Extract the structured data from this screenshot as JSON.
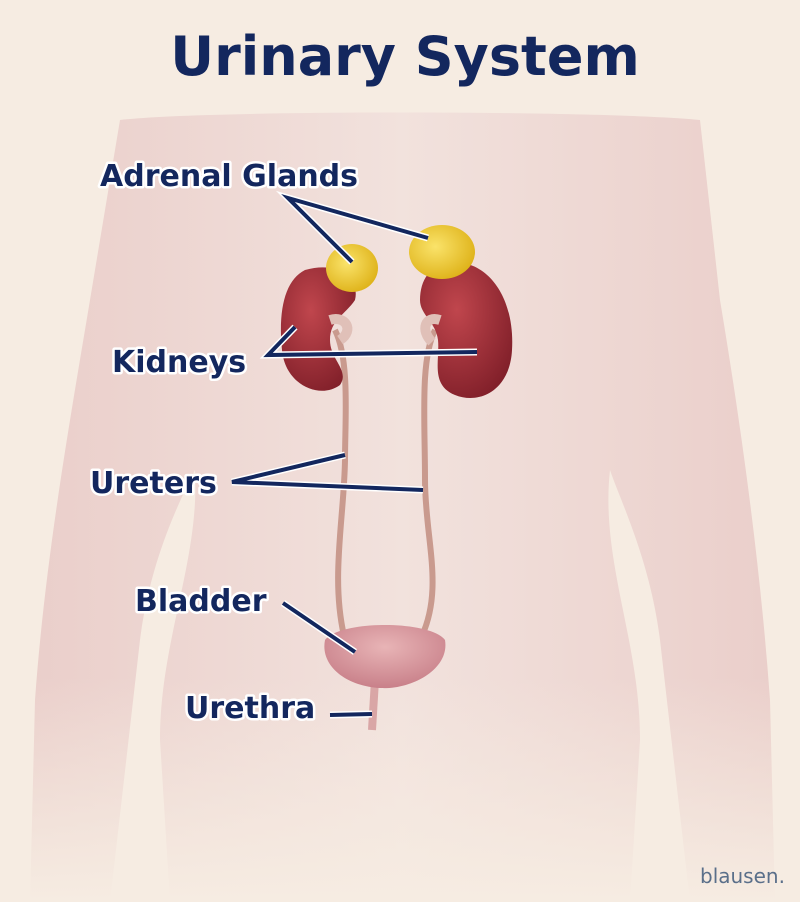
{
  "title": "Urinary System",
  "labels": {
    "adrenal_glands": "Adrenal Glands",
    "kidneys": "Kidneys",
    "ureters": "Ureters",
    "bladder": "Bladder",
    "urethra": "Urethra"
  },
  "logo": "blausen.",
  "colors": {
    "background": "#f6ece2",
    "label": "#13275e",
    "kidney": "#9e2b34",
    "adrenal": "#f1cc2c",
    "bladder": "#d99aa0"
  }
}
